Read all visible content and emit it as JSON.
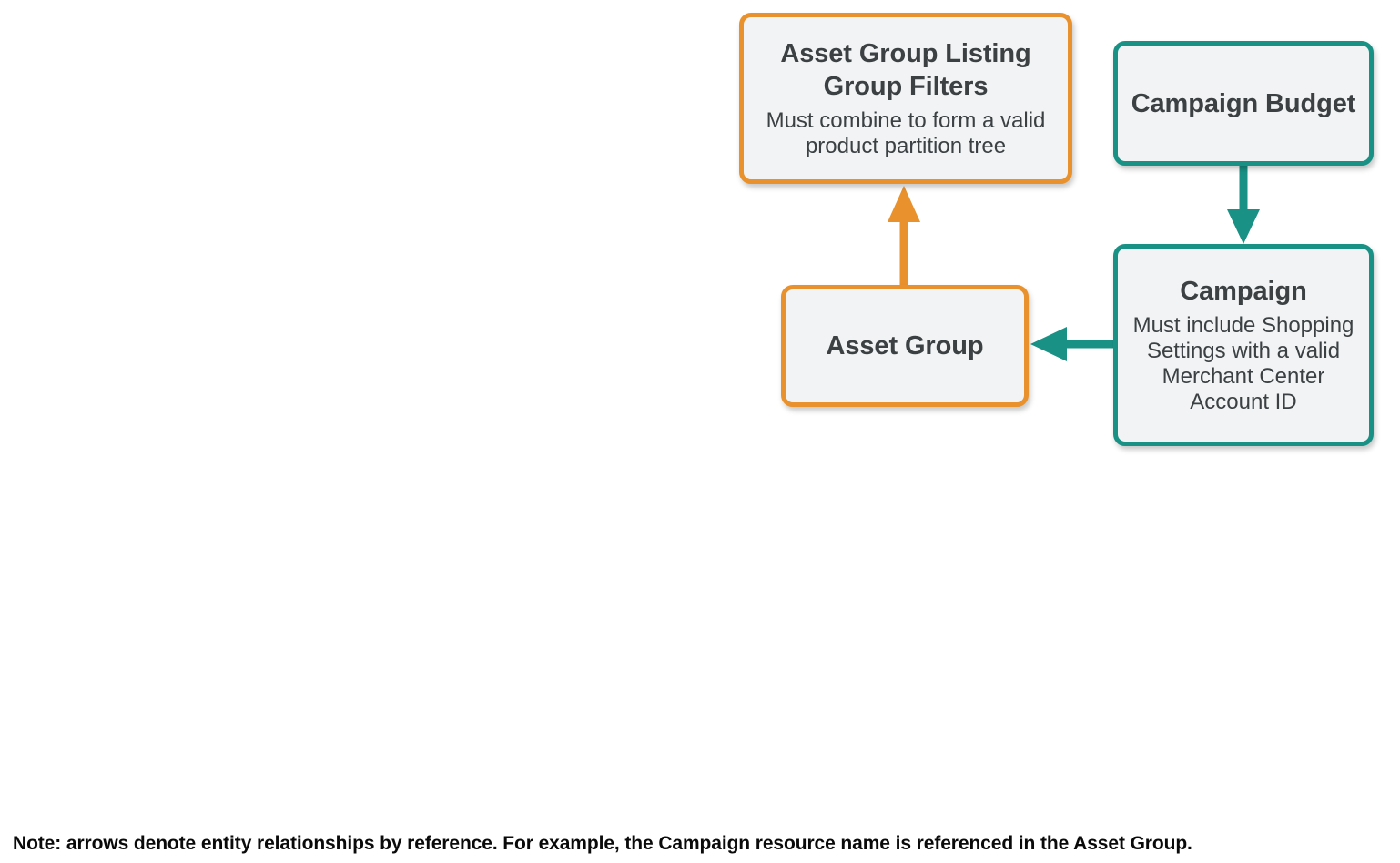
{
  "diagram": {
    "type": "entity-relationship",
    "background_color": "#FFFFFF",
    "node_fill_color": "#F1F3F4",
    "text_color": "#3C4043",
    "colors": {
      "orange": "#E8912D",
      "teal": "#1A9185"
    },
    "nodes": [
      {
        "id": "asset-group-listing-group-filters",
        "title": "Asset Group Listing Group Filters",
        "subtitle": "Must combine to form a valid product partition tree",
        "accent": "orange"
      },
      {
        "id": "campaign-budget",
        "title": "Campaign Budget",
        "subtitle": "",
        "accent": "teal"
      },
      {
        "id": "asset-group",
        "title": "Asset Group",
        "subtitle": "",
        "accent": "orange"
      },
      {
        "id": "campaign",
        "title": "Campaign",
        "subtitle": "Must include Shopping Settings with a valid Merchant Center Account ID",
        "accent": "teal"
      }
    ],
    "edges": [
      {
        "id": "asset-group-to-listing-group-filters",
        "from": "asset-group",
        "to": "asset-group-listing-group-filters",
        "direction": "up",
        "color": "orange"
      },
      {
        "id": "campaign-budget-to-campaign",
        "from": "campaign-budget",
        "to": "campaign",
        "direction": "down",
        "color": "teal"
      },
      {
        "id": "campaign-to-asset-group",
        "from": "campaign",
        "to": "asset-group",
        "direction": "left",
        "color": "teal"
      }
    ]
  },
  "footnote": {
    "text": "Note: arrows denote entity relationships by reference. For example, the Campaign resource name is referenced in the Asset Group."
  }
}
